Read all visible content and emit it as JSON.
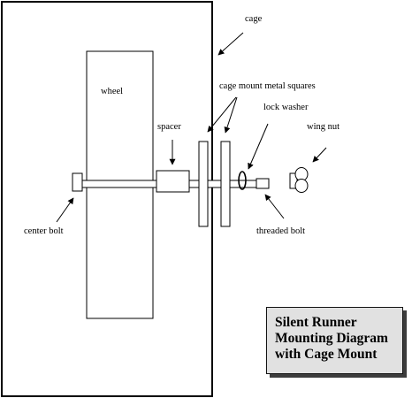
{
  "labels": {
    "cage": "cage",
    "wheel": "wheel",
    "cage_mount": "cage mount metal squares",
    "lock_washer": "lock washer",
    "spacer": "spacer",
    "wing_nut": "wing nut",
    "center_bolt": "center bolt",
    "threaded_bolt": "threaded bolt"
  },
  "title": {
    "line1": "Silent Runner",
    "line2": "Mounting Diagram",
    "line3": "with Cage Mount"
  },
  "colors": {
    "stroke": "#000000",
    "title_box_fill": "#e1e1e1",
    "title_box_shadow": "#3c3c3c",
    "background": "#ffffff"
  }
}
